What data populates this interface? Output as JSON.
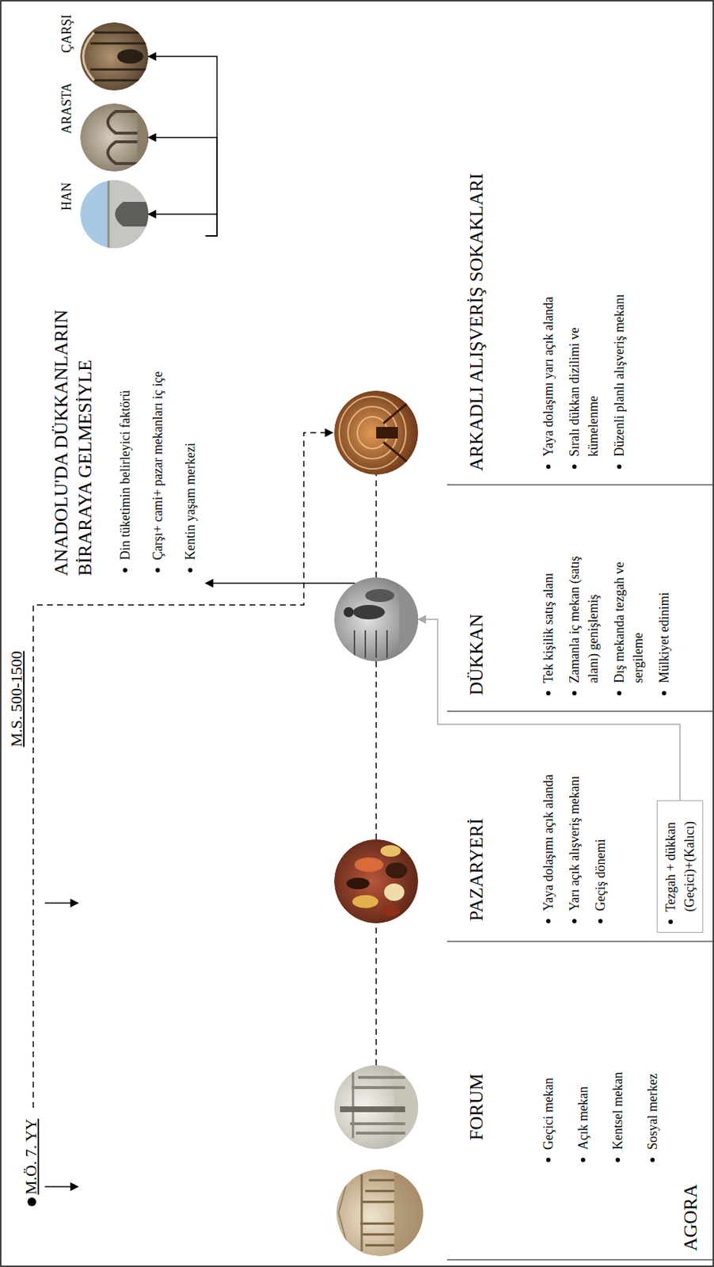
{
  "diagram": {
    "nodes": [
      {
        "text": [
          "ANADOLU'DA DÜKKANLARIN BİRARAYA GELMESİYLE",
          "Din tüketimin belirleyici faktörü",
          "Çarşı+ cami+ pazar mekanları iç içe",
          "Kentin yaşam merkezi"
        ]
      },
      {
        "text": [
          "HAN"
        ]
      },
      {
        "text": [
          "ARASTA"
        ]
      },
      {
        "text": [
          "ÇARŞI"
        ]
      },
      {
        "text": [
          "AGORA",
          "Geçici mekan",
          "Açık mekan",
          "Kentsel mekan",
          "Sosyal merkez"
        ]
      },
      {
        "text": [
          "FORUM"
        ]
      },
      {
        "text": [
          "PAZARYERİ",
          "Yaya dolaşımı açık alanda",
          "Yarı açık alışveriş mekanı",
          "Geçiş dönemi"
        ]
      },
      {
        "text": [
          "Tezgah + dükkan (Geçici)+(Kalıcı)"
        ]
      },
      {
        "text": [
          "DÜKKAN",
          "Tek kişilik satış alanı",
          "Zamanla iç mekan (satış alanı) genişlemiş",
          "Dış mekanda tezgah ve sergileme",
          "Mülkiyet edinimi"
        ]
      },
      {
        "text": [
          "ARKADLI ALIŞVERİŞ SOKAKLARI",
          "Yaya dolaşımı yarı açık alanda",
          "Sıralı dükkan dizilimi ve kümelenme",
          "Düzenli planlı alışveriş mekanı"
        ]
      }
    ],
    "edges": [
      {
        "from": 8,
        "to": 0,
        "arrow": "to"
      },
      {
        "from": 0,
        "to": 1,
        "arrow": "to"
      },
      {
        "from": 0,
        "to": 2,
        "arrow": "to"
      },
      {
        "from": 0,
        "to": 3,
        "arrow": "to"
      },
      {
        "from": 5,
        "to": 6,
        "arrow": "none"
      },
      {
        "from": 6,
        "to": 8,
        "arrow": "none"
      },
      {
        "from": 8,
        "to": 9,
        "arrow": "none"
      },
      {
        "from": 7,
        "to": 8,
        "arrow": "to"
      }
    ],
    "labels": [
      "M.Ö. 7. YY",
      "M.S. 500-1500"
    ]
  }
}
